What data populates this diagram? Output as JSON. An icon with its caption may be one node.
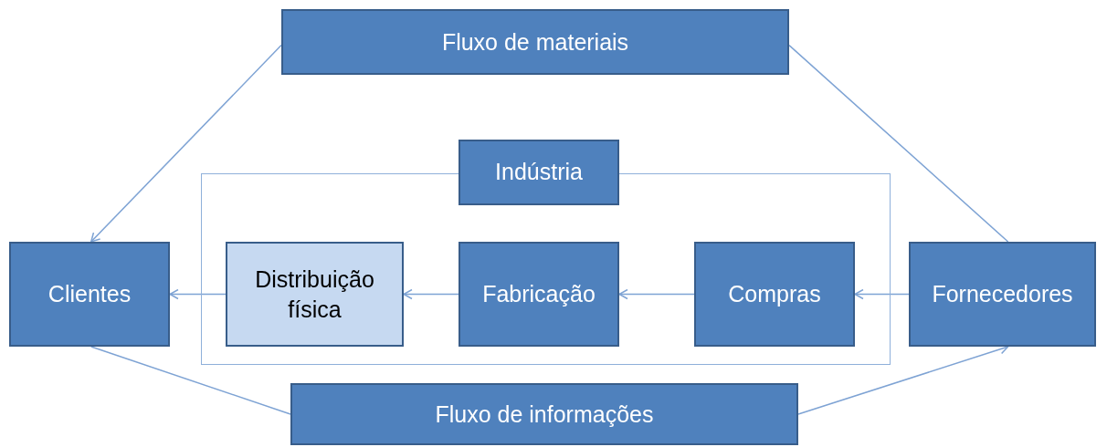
{
  "diagram": {
    "nodes": [
      {
        "text": [
          "Fluxo de materiais"
        ]
      },
      {
        "text": [
          "Indústria"
        ]
      },
      {
        "text": [
          "Clientes"
        ]
      },
      {
        "text": [
          "Distribuição física"
        ],
        "in": 1
      },
      {
        "text": [
          "Fabricação"
        ],
        "in": 1
      },
      {
        "text": [
          "Compras"
        ],
        "in": 1
      },
      {
        "text": [
          "Fornecedores"
        ]
      },
      {
        "text": [
          "Fluxo de informações"
        ]
      }
    ],
    "edges": [
      {
        "from": 6,
        "to": 0,
        "arrow": "none"
      },
      {
        "from": 0,
        "to": 2,
        "arrow": "to"
      },
      {
        "from": 6,
        "to": 5,
        "arrow": "to"
      },
      {
        "from": 5,
        "to": 4,
        "arrow": "to"
      },
      {
        "from": 4,
        "to": 3,
        "arrow": "to"
      },
      {
        "from": 3,
        "to": 2,
        "arrow": "to"
      },
      {
        "from": 2,
        "to": 7,
        "arrow": "none"
      },
      {
        "from": 7,
        "to": 6,
        "arrow": "to"
      }
    ]
  }
}
